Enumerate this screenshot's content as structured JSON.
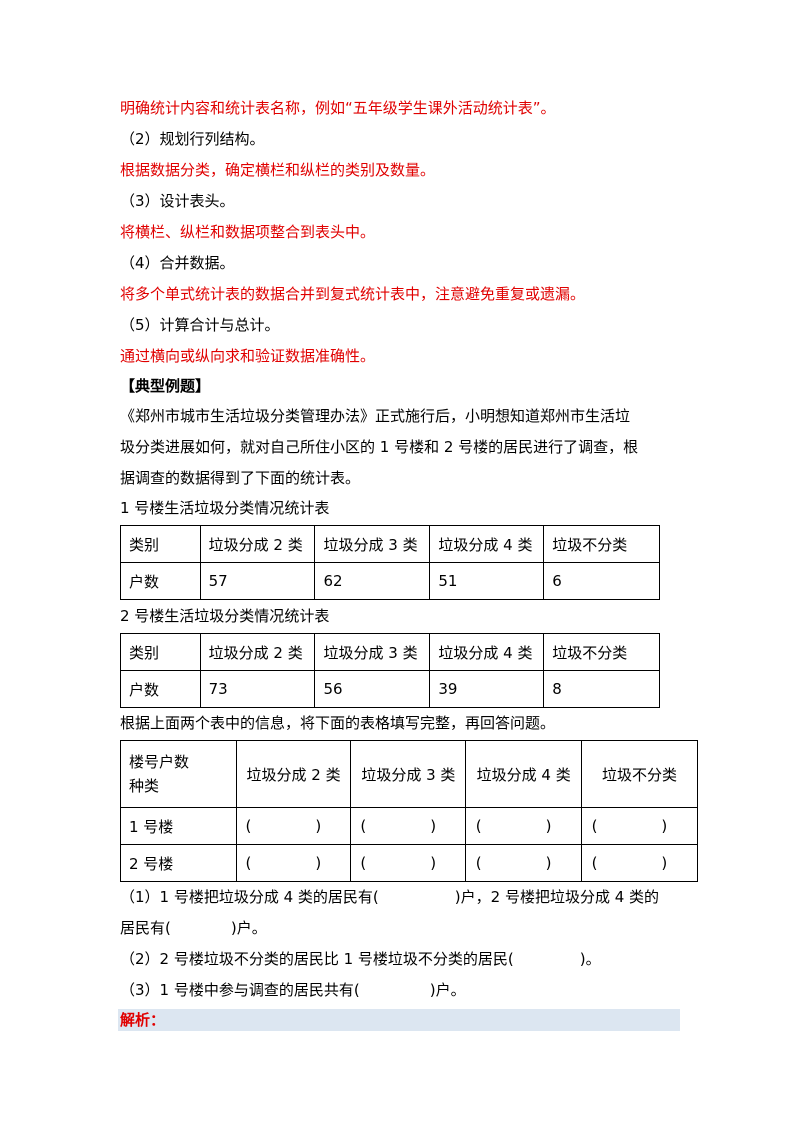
{
  "intro_lines": [
    "明确统计内容和统计表名称，例如“五年级学生课外活动统计表”。",
    "（2）规划行列结构。",
    "根据数据分类，确定横栏和纵栏的类别及数量。",
    "（3）设计表头。",
    "将横栏、纵栏和数据项整合到表头中。",
    "（4）合并数据。",
    "将多个单式统计表的数据合并到复式统计表中，注意避免重复或遗漏。",
    "（5）计算合计与总计。",
    "通过横向或纵向求和验证数据准确性。"
  ],
  "example_heading": "【典型例题】",
  "problem_lines": [
    "《郑州市城市生活垃圾分类管理办法》正式施行后，小明想知道郑州市生活垃",
    "圾分类进展如何，就对自己所住小区的 1 号楼和 2 号楼的居民进行了调查，根",
    "据调查的数据得到了下面的统计表。"
  ],
  "table1": {
    "title": "1 号楼生活垃圾分类情况统计表",
    "header": [
      "类别",
      "垃圾分成 2 类",
      "垃圾分成 3 类",
      "垃圾分成 4 类",
      "垃圾不分类"
    ],
    "row": [
      "户数",
      "57",
      "62",
      "51",
      "6"
    ]
  },
  "table2": {
    "title": "2 号楼生活垃圾分类情况统计表",
    "header": [
      "类别",
      "垃圾分成 2 类",
      "垃圾分成 3 类",
      "垃圾分成 4 类",
      "垃圾不分类"
    ],
    "row": [
      "户数",
      "73",
      "56",
      "39",
      "8"
    ]
  },
  "instruction": "根据上面两个表中的信息，将下面的表格填写完整，再回答问题。",
  "table3": {
    "corner_top": "楼号户数",
    "corner_bottom": "种类",
    "header": [
      "垃圾分成 2 类",
      "垃圾分成 3 类",
      "垃圾分成 4 类",
      "垃圾不分类"
    ],
    "rows": [
      "1 号楼",
      "2 号楼"
    ],
    "open_paren": "(",
    "close_paren": ")"
  },
  "questions": {
    "q1_a": "（1）1 号楼把垃圾分成 4 类的居民有(",
    "q1_b": ")户，2 号楼把垃圾分成 4 类的",
    "q1_c": "居民有(",
    "q1_d": ")户。",
    "q2_a": "（2）2 号楼垃圾不分类的居民比 1 号楼垃圾不分类的居民(",
    "q2_b": ")。",
    "q3_a": "（3）1 号楼中参与调查的居民共有(",
    "q3_b": ")户。"
  },
  "analysis_label": "解析："
}
